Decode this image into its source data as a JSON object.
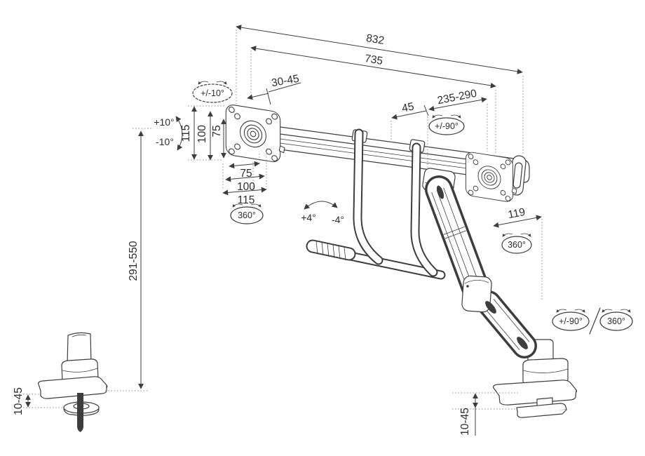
{
  "figure": {
    "kind": "technical-dimension-drawing",
    "colors": {
      "line": "#3d3d3d",
      "guide": "#909090",
      "background": "#ffffff"
    }
  },
  "labels": {
    "dim_832": "832",
    "dim_735": "735",
    "dim_30_45": "30-45",
    "dim_45": "45",
    "dim_235_290": "235-290",
    "rot_pm10": "+/-10°",
    "rot_plus10": "+10°",
    "rot_minus10": "-10°",
    "vesa_h_115": "115",
    "vesa_h_100": "100",
    "vesa_h_75": "75",
    "vesa_w_75": "75",
    "vesa_w_100": "100",
    "vesa_w_115": "115",
    "rot_360_vesa": "360°",
    "rot_plus4": "+4°",
    "rot_minus4": "-4°",
    "rot_pm90_arm": "+/-90°",
    "dim_119": "119",
    "rot_360_elbow": "360°",
    "dim_height": "291-550",
    "rot_pm90_base": "+/-90°",
    "rot_360_base": "360°",
    "clamp_range_left": "10-45",
    "clamp_range_right": "10-45"
  }
}
